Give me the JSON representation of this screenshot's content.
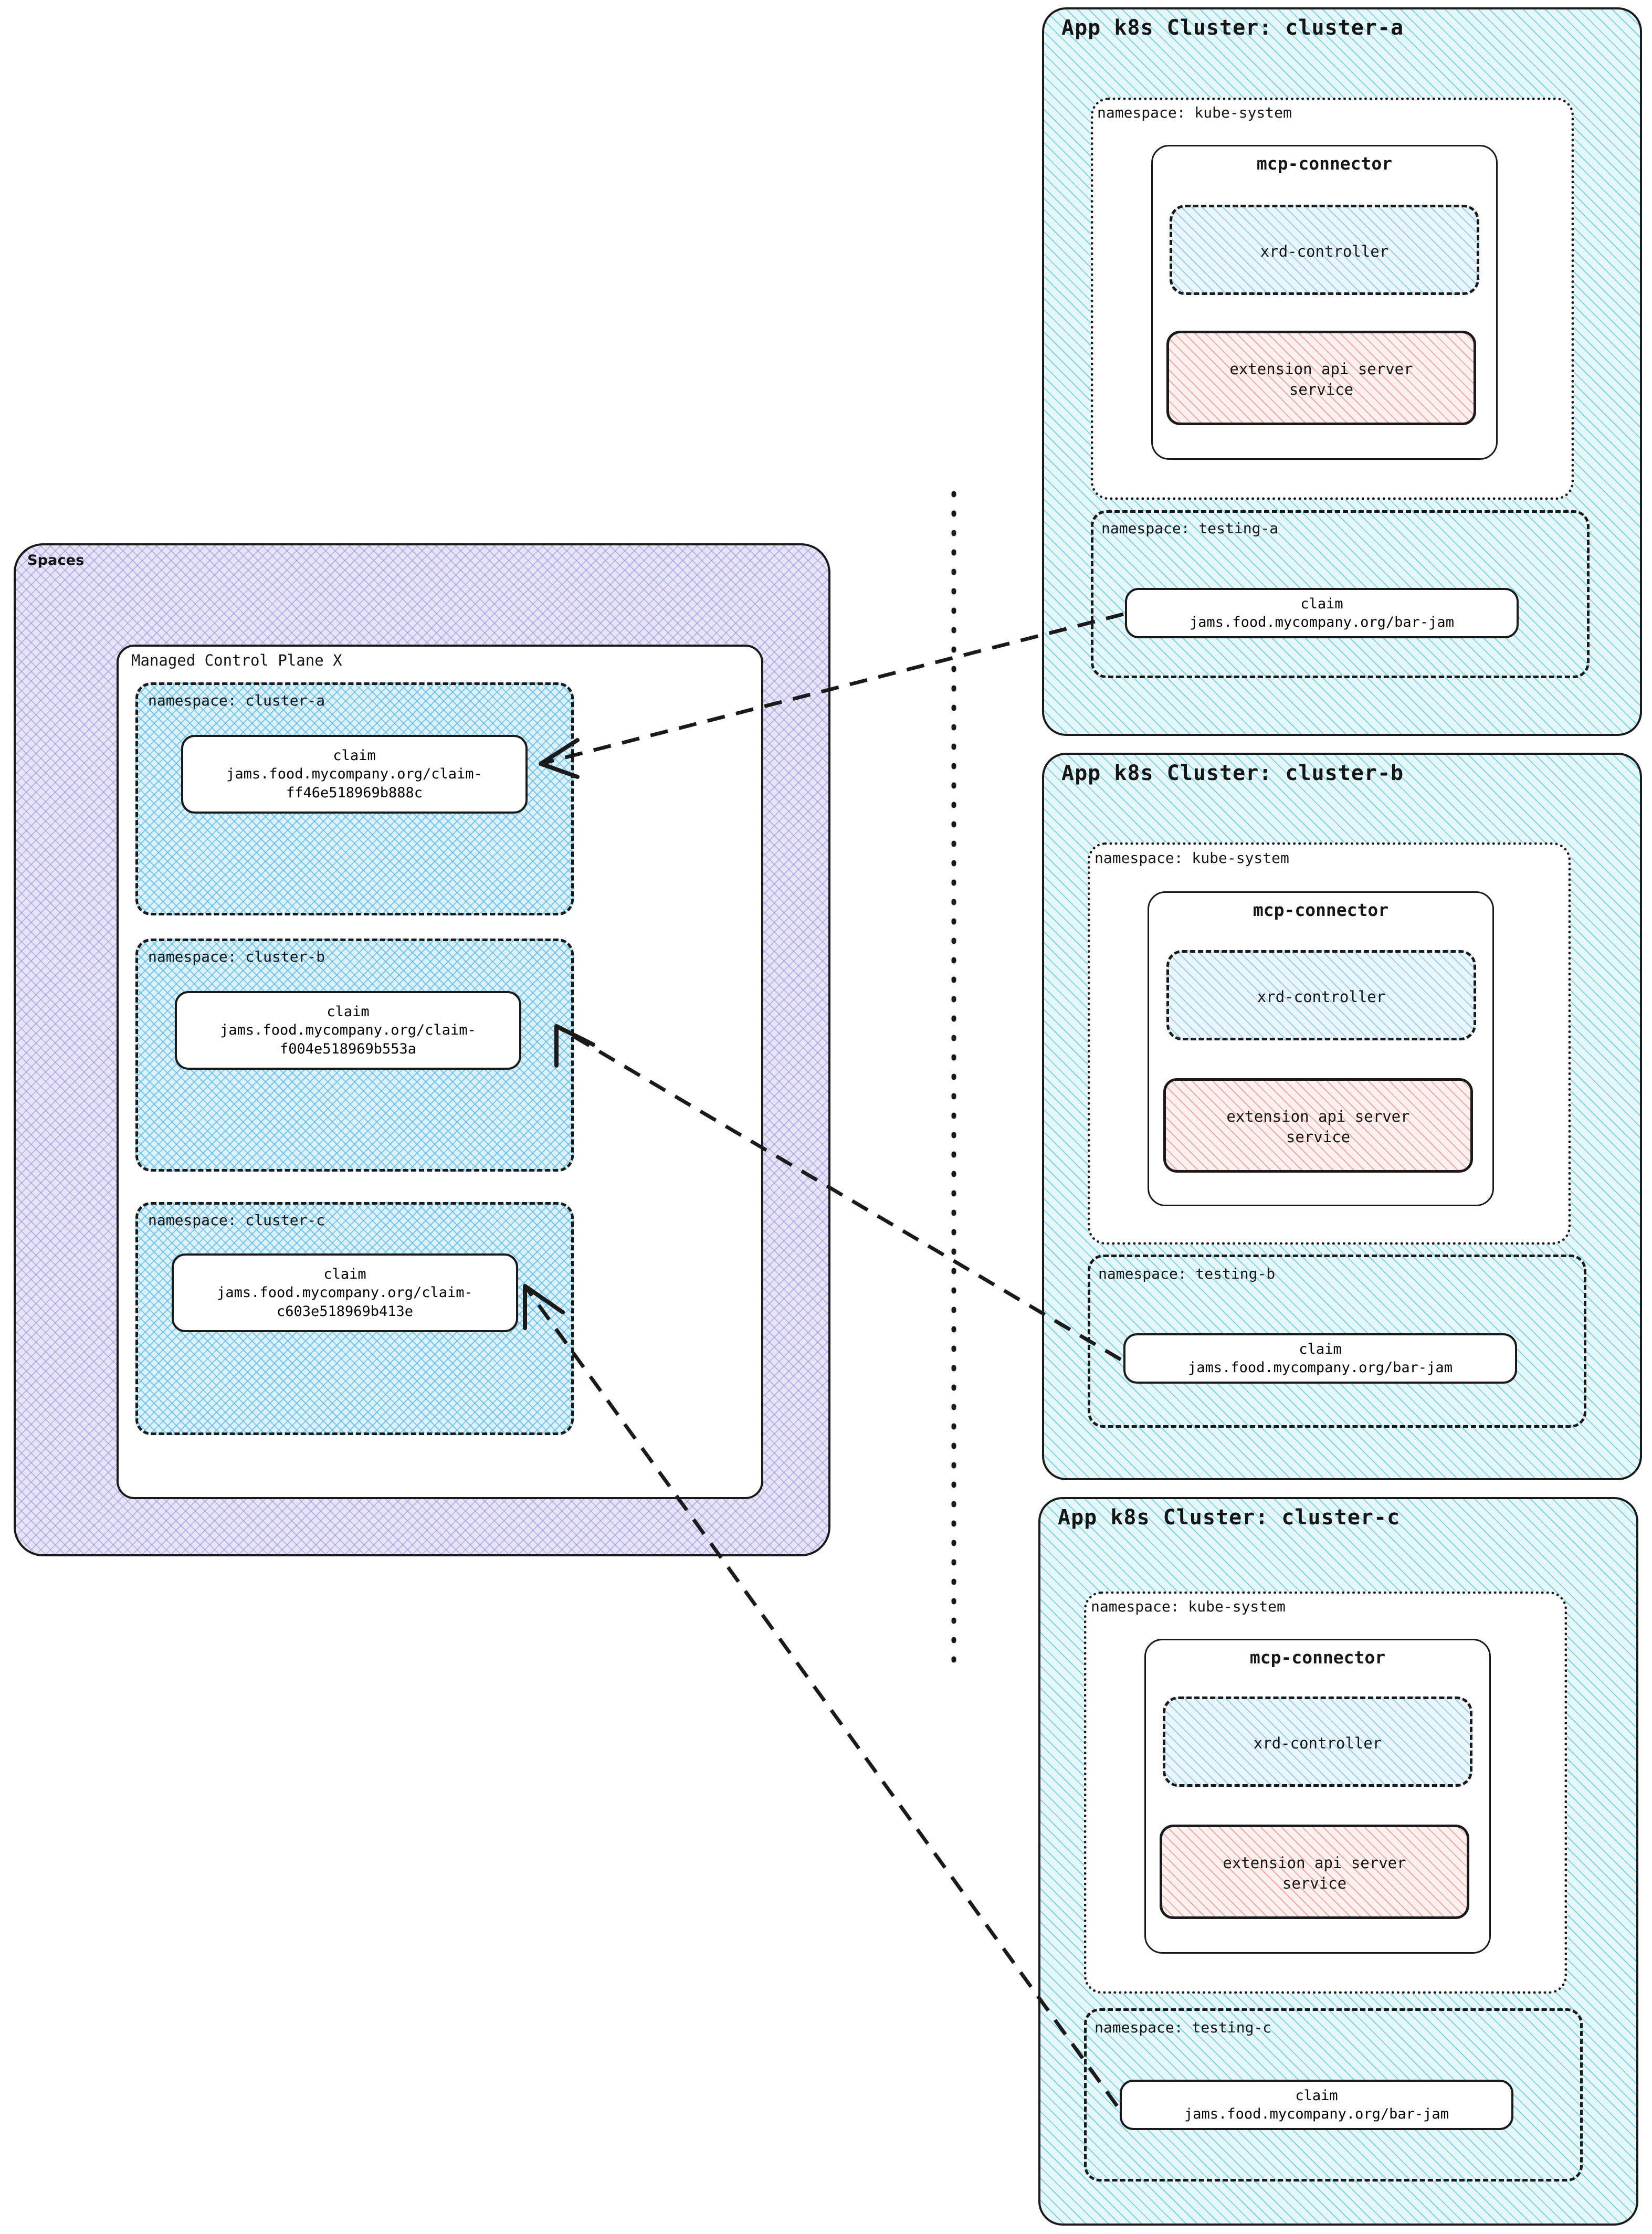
{
  "spaces": {
    "label": "Spaces",
    "control_plane": {
      "label": "Managed Control Plane X",
      "namespaces": [
        {
          "label": "namespace: cluster-a",
          "claim": {
            "kind": "claim",
            "ref": "jams.food.mycompany.org/claim-\nff46e518969b888c"
          }
        },
        {
          "label": "namespace: cluster-b",
          "claim": {
            "kind": "claim",
            "ref": "jams.food.mycompany.org/claim-\nf004e518969b553a"
          }
        },
        {
          "label": "namespace: cluster-c",
          "claim": {
            "kind": "claim",
            "ref": "jams.food.mycompany.org/claim-\nc603e518969b413e"
          }
        }
      ]
    }
  },
  "clusters": [
    {
      "title": "App k8s Cluster: cluster-a",
      "kube_system": {
        "label": "namespace: kube-system",
        "connector": {
          "title": "mcp-connector",
          "xrd_controller": "xrd-controller",
          "extension_api": "extension api server\nservice"
        }
      },
      "testing_ns": {
        "label": "namespace: testing-a",
        "claim": {
          "kind": "claim",
          "ref": "jams.food.mycompany.org/bar-jam"
        }
      }
    },
    {
      "title": "App k8s Cluster: cluster-b",
      "kube_system": {
        "label": "namespace: kube-system",
        "connector": {
          "title": "mcp-connector",
          "xrd_controller": "xrd-controller",
          "extension_api": "extension api server\nservice"
        }
      },
      "testing_ns": {
        "label": "namespace: testing-b",
        "claim": {
          "kind": "claim",
          "ref": "jams.food.mycompany.org/bar-jam"
        }
      }
    },
    {
      "title": "App k8s Cluster: cluster-c",
      "kube_system": {
        "label": "namespace: kube-system",
        "connector": {
          "title": "mcp-connector",
          "xrd_controller": "xrd-controller",
          "extension_api": "extension api server\nservice"
        }
      },
      "testing_ns": {
        "label": "namespace: testing-c",
        "claim": {
          "kind": "claim",
          "ref": "jams.food.mycompany.org/bar-jam"
        }
      }
    }
  ],
  "colors": {
    "spaces_fill": "#e8e4f8",
    "spaces_hatch": "#968cdc",
    "cluster_fill": "#e6f7fa",
    "cluster_hatch": "#5ac8e1",
    "namespace_fill": "#ddf1fb",
    "namespace_hatch": "#5ab9eb",
    "extension_api_fill": "#fdf0ee",
    "extension_api_hatch": "#eb8c82",
    "stroke": "#1a1a1a"
  }
}
